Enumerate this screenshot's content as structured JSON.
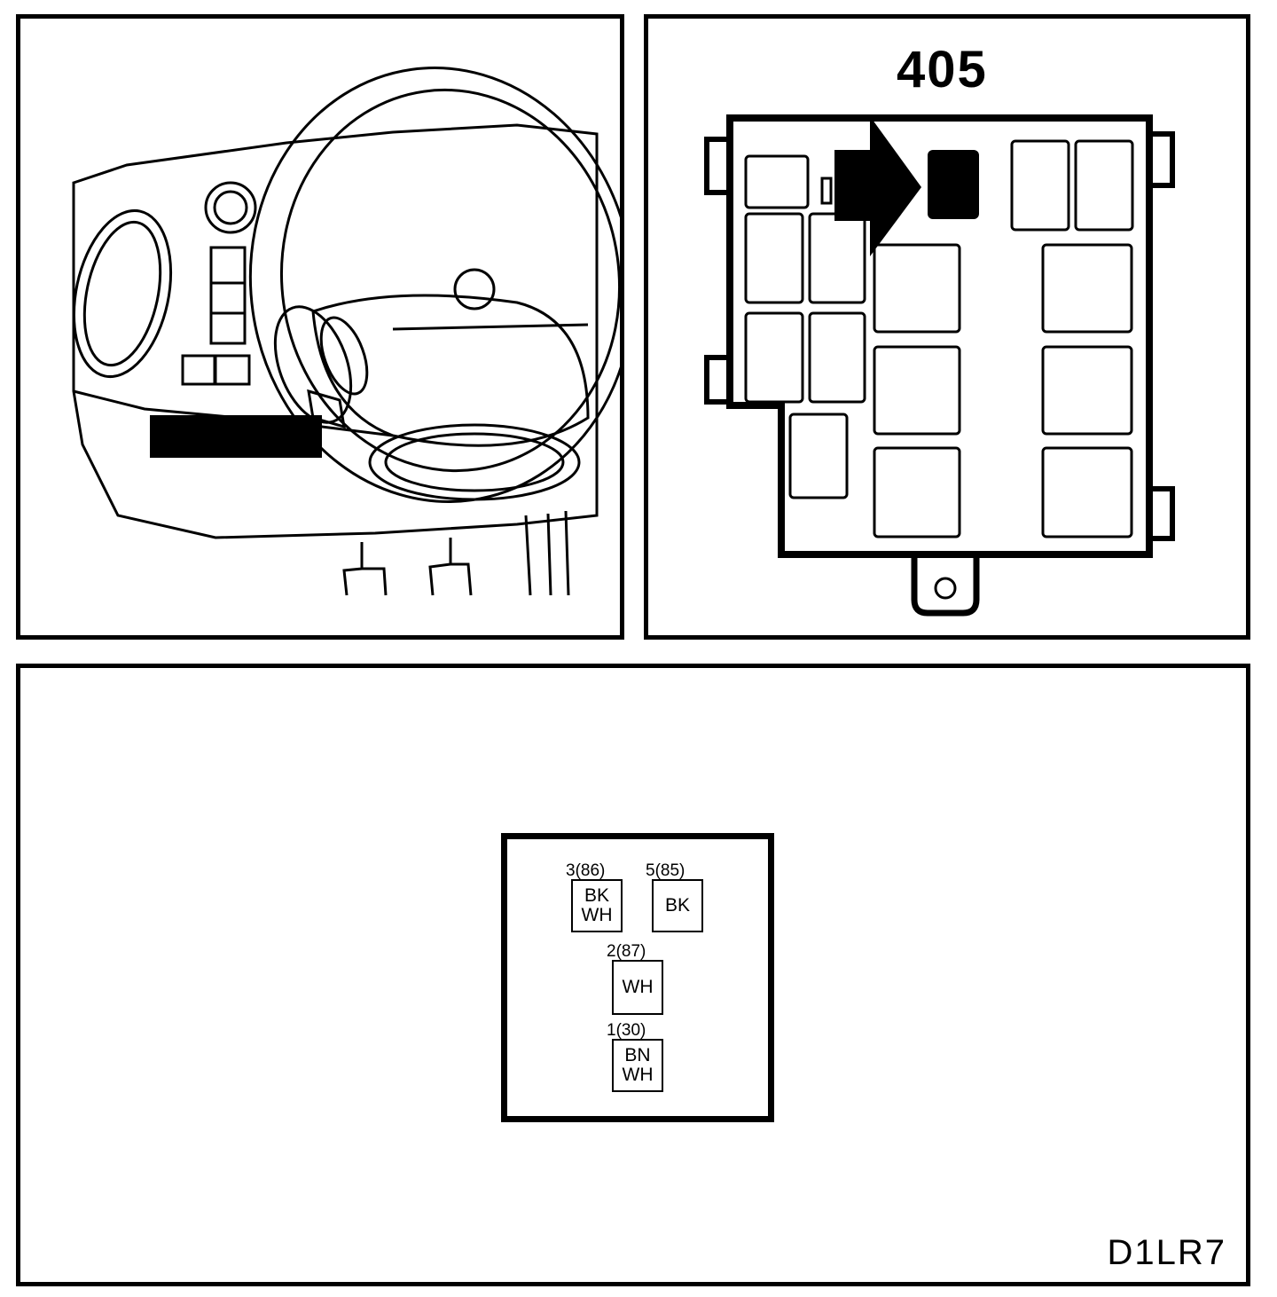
{
  "fuse_box": {
    "title": "405"
  },
  "diagram_code": "D1LR7",
  "connector": {
    "pins": [
      {
        "label": "3(86)",
        "wires": [
          "BK",
          "WH"
        ]
      },
      {
        "label": "5(85)",
        "wires": [
          "BK"
        ]
      },
      {
        "label": "2(87)",
        "wires": [
          "WH"
        ]
      },
      {
        "label": "1(30)",
        "wires": [
          "BN",
          "WH"
        ]
      }
    ]
  }
}
